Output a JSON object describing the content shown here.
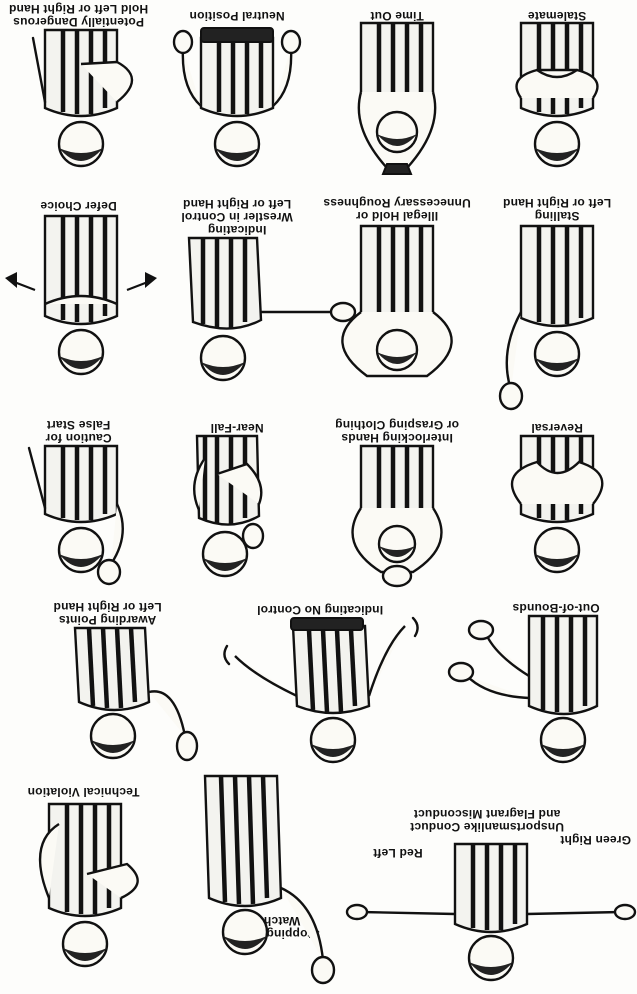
{
  "rows": [
    {
      "signals": [
        {
          "key": "stalemate",
          "lines": [
            "Stalemate"
          ]
        },
        {
          "key": "time-out",
          "lines": [
            "Time Out"
          ]
        },
        {
          "key": "neutral-position",
          "lines": [
            "Neutral Position"
          ]
        },
        {
          "key": "potentially-dangerous",
          "lines": [
            "Potentially Dangerous",
            "Hold Left or Right Hand"
          ]
        }
      ]
    },
    {
      "signals": [
        {
          "key": "stalling",
          "lines": [
            "Stalling",
            "Left or Right Hand"
          ]
        },
        {
          "key": "illegal-hold",
          "lines": [
            "Illegal Hold or",
            "Unnecessary Roughness"
          ]
        },
        {
          "key": "indicating-wrestler-in-control",
          "lines": [
            "Indicating",
            "Wrestler in Control",
            "Left or Right Hand"
          ]
        },
        {
          "key": "defer-choice",
          "lines": [
            "Defer Choice"
          ]
        }
      ]
    },
    {
      "signals": [
        {
          "key": "reversal",
          "lines": [
            "Reversal"
          ]
        },
        {
          "key": "interlocking-hands",
          "lines": [
            "Interlocking Hands",
            "or Grasping Clothing"
          ]
        },
        {
          "key": "near-fall",
          "lines": [
            "Near-Fall"
          ]
        },
        {
          "key": "caution-false-start",
          "lines": [
            "Caution for",
            "False Start"
          ]
        }
      ]
    },
    {
      "signals": [
        {
          "key": "out-of-bounds",
          "lines": [
            "Out-of-Bounds"
          ]
        },
        {
          "key": "indicating-no-control",
          "lines": [
            "Indicating No Control"
          ]
        },
        {
          "key": "awarding-points",
          "lines": [
            "Awarding Points",
            "Left or Right Hand"
          ]
        }
      ]
    },
    {
      "signals": [
        {
          "key": "unsportsmanlike-conduct",
          "lines": [
            "Green Right",
            "Unsportsmanlike Conduct",
            "and Flagrant Misconduct",
            "Red Left"
          ]
        },
        {
          "key": "stopping-the-watch",
          "lines": [
            "Stopping the",
            "Watch"
          ]
        },
        {
          "key": "technical-violation",
          "lines": [
            "Technical Violation"
          ]
        }
      ]
    }
  ]
}
